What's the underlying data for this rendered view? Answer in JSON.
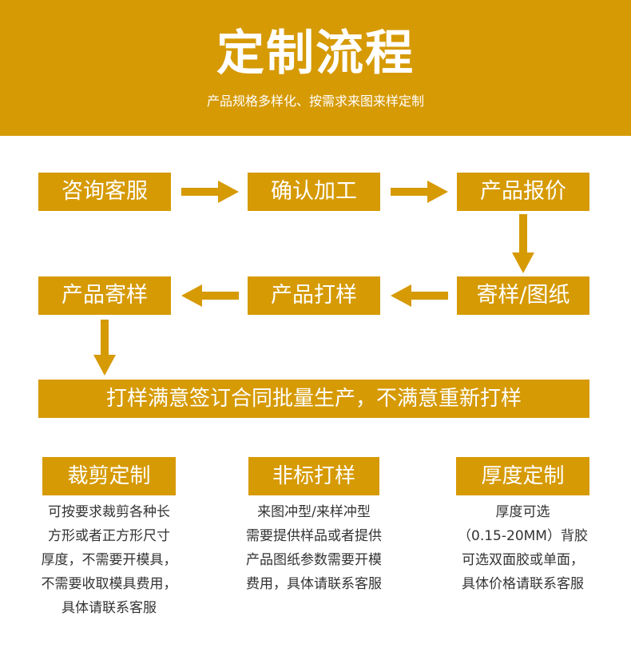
{
  "header": {
    "title": "定制流程",
    "subtitle": "产品规格多样化、按需求来图来样定制"
  },
  "steps": [
    "咨询客服",
    "确认加工",
    "产品报价",
    "寄样/图纸",
    "产品打样",
    "产品寄样"
  ],
  "banner": "打样满意签订合同批量生产，不满意重新打样",
  "categories": [
    {
      "title": "裁剪定制",
      "lines": [
        "可按要求裁剪各种长",
        "方形或者正方形尺寸",
        "厚度，不需要开模具，",
        "不需要收取模具费用，",
        "具体请联系客服"
      ]
    },
    {
      "title": "非标打样",
      "lines": [
        "来图冲型/来样冲型",
        "需要提供样品或者提供",
        "产品图纸参数需要开模",
        "费用，具体请联系客服"
      ]
    },
    {
      "title": "厚度定制",
      "lines": [
        "厚度可选",
        "（0.15-20MM）背胶",
        "可选双面胶或单面，",
        "具体价格请联系客服"
      ]
    }
  ],
  "colors": {
    "accent": "#d69a04",
    "text": "#333333",
    "background": "#ffffff"
  },
  "icons": [
    "arrow-right-icon",
    "arrow-down-icon",
    "arrow-left-icon"
  ]
}
